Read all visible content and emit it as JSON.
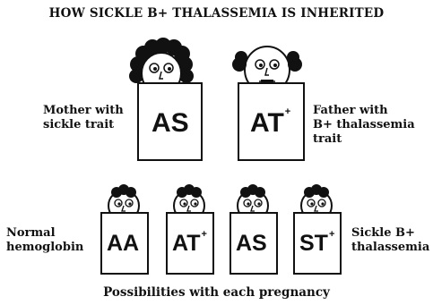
{
  "title": "HOW SICKLE B+ THALASSEMIA IS INHERITED",
  "footer": "Possibilities with each pregnancy",
  "mother": {
    "label_lines": [
      "Mother with",
      "sickle trait"
    ],
    "genotype": "AS",
    "genotype_sup": ""
  },
  "father": {
    "label_lines": [
      "Father with",
      "B+ thalassemia",
      "trait"
    ],
    "genotype": "AT",
    "genotype_sup": "+"
  },
  "left_label_lines": [
    "Normal",
    "hemoglobin"
  ],
  "right_label_lines": [
    "Sickle B+",
    "thalassemia"
  ],
  "children": [
    {
      "genotype": "AA",
      "sup": ""
    },
    {
      "genotype": "AT",
      "sup": "+"
    },
    {
      "genotype": "AS",
      "sup": ""
    },
    {
      "genotype": "ST",
      "sup": "+"
    }
  ]
}
